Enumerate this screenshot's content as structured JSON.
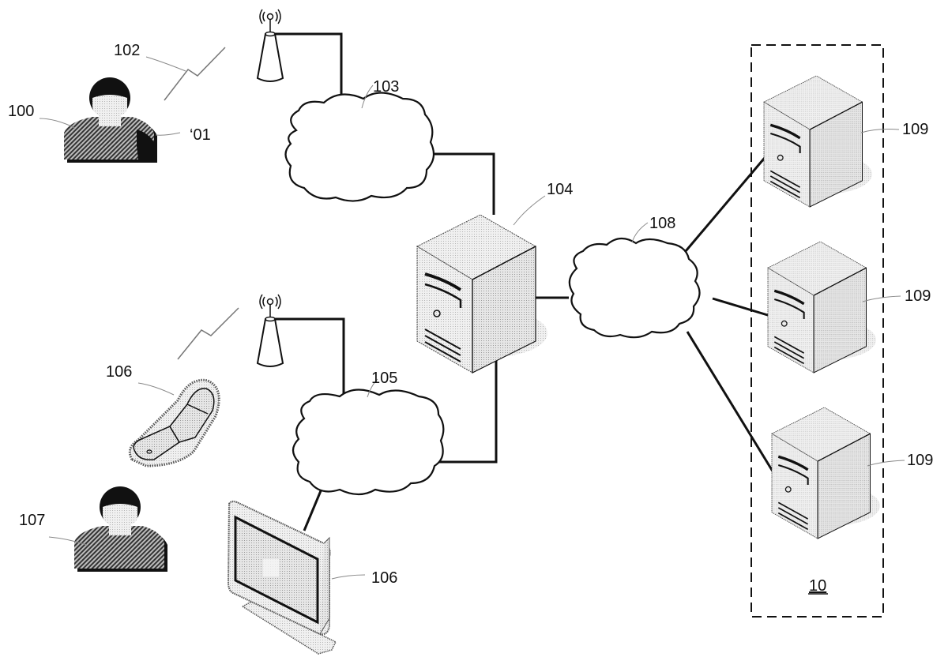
{
  "diagram": {
    "type": "network-system-diagram",
    "labels": {
      "user_1": "100",
      "user_1_device": "‘01",
      "wireless_link_1": "102",
      "network_1": "103",
      "central_server": "104",
      "network_2": "105",
      "mobile_phone": "106",
      "television": "106",
      "user_2": "107",
      "network_3": "108",
      "server_a": "109",
      "server_b": "109",
      "server_c": "109",
      "server_group": "10"
    },
    "nodes": [
      {
        "id": "user_1",
        "kind": "person"
      },
      {
        "id": "user_1_device",
        "kind": "device"
      },
      {
        "id": "antenna_1",
        "kind": "antenna"
      },
      {
        "id": "network_1",
        "kind": "cloud"
      },
      {
        "id": "central_server",
        "kind": "server"
      },
      {
        "id": "antenna_2",
        "kind": "antenna"
      },
      {
        "id": "network_2",
        "kind": "cloud"
      },
      {
        "id": "mobile_phone",
        "kind": "phone"
      },
      {
        "id": "television",
        "kind": "monitor"
      },
      {
        "id": "user_2",
        "kind": "person"
      },
      {
        "id": "network_3",
        "kind": "cloud"
      },
      {
        "id": "server_a",
        "kind": "server"
      },
      {
        "id": "server_b",
        "kind": "server"
      },
      {
        "id": "server_c",
        "kind": "server"
      },
      {
        "id": "server_group",
        "kind": "group"
      }
    ],
    "edges": [
      {
        "from": "antenna_1",
        "to": "network_1"
      },
      {
        "from": "network_1",
        "to": "central_server"
      },
      {
        "from": "antenna_2",
        "to": "network_2"
      },
      {
        "from": "network_2",
        "to": "central_server"
      },
      {
        "from": "network_2",
        "to": "television"
      },
      {
        "from": "central_server",
        "to": "network_3"
      },
      {
        "from": "network_3",
        "to": "server_a"
      },
      {
        "from": "network_3",
        "to": "server_b"
      },
      {
        "from": "network_3",
        "to": "server_c"
      },
      {
        "from": "user_1_device",
        "to": "antenna_1",
        "style": "wireless"
      },
      {
        "from": "mobile_phone",
        "to": "antenna_2",
        "style": "wireless"
      }
    ]
  }
}
